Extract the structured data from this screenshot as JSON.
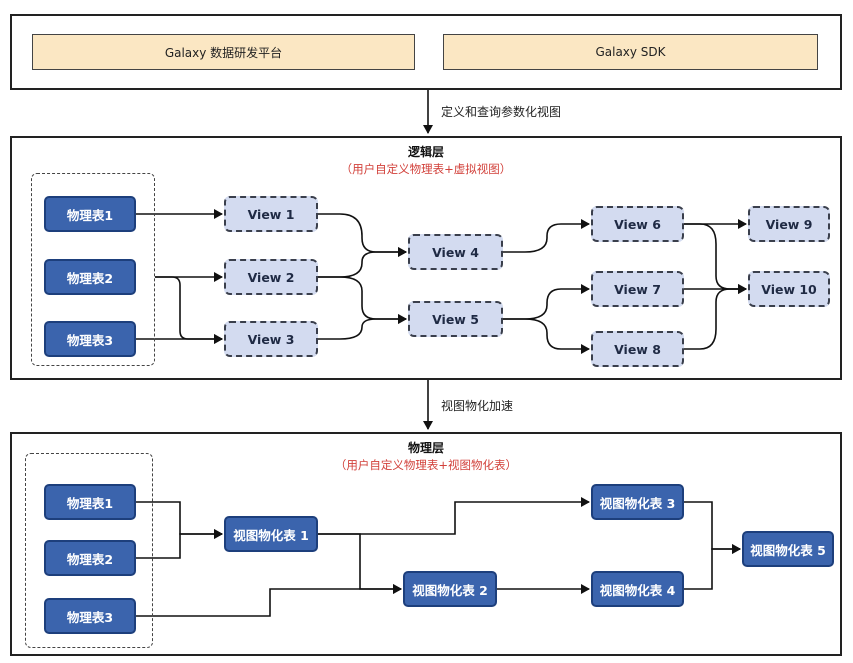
{
  "top": {
    "left_box": "Galaxy 数据研发平台",
    "right_box": "Galaxy SDK"
  },
  "arrow1_label": "定义和查询参数化视图",
  "logic_layer": {
    "title": "逻辑层",
    "subtitle": "（用户自定义物理表+虚拟视图）",
    "physical_tables": [
      "物理表1",
      "物理表2",
      "物理表3"
    ],
    "views": [
      "View 1",
      "View 2",
      "View 3",
      "View 4",
      "View 5",
      "View 6",
      "View 7",
      "View 8",
      "View 9",
      "View 10"
    ]
  },
  "arrow2_label": "视图物化加速",
  "physical_layer": {
    "title": "物理层",
    "subtitle": "（用户自定义物理表+视图物化表）",
    "physical_tables": [
      "物理表1",
      "物理表2",
      "物理表3"
    ],
    "materialized": [
      "视图物化表 1",
      "视图物化表 2",
      "视图物化表 3",
      "视图物化表 4",
      "视图物化表 5"
    ]
  },
  "colors": {
    "node_blue": "#3b64ad",
    "view_fill": "#d3dbf0",
    "top_box_fill": "#fbe7c3",
    "subtitle_red": "#d2403a"
  }
}
